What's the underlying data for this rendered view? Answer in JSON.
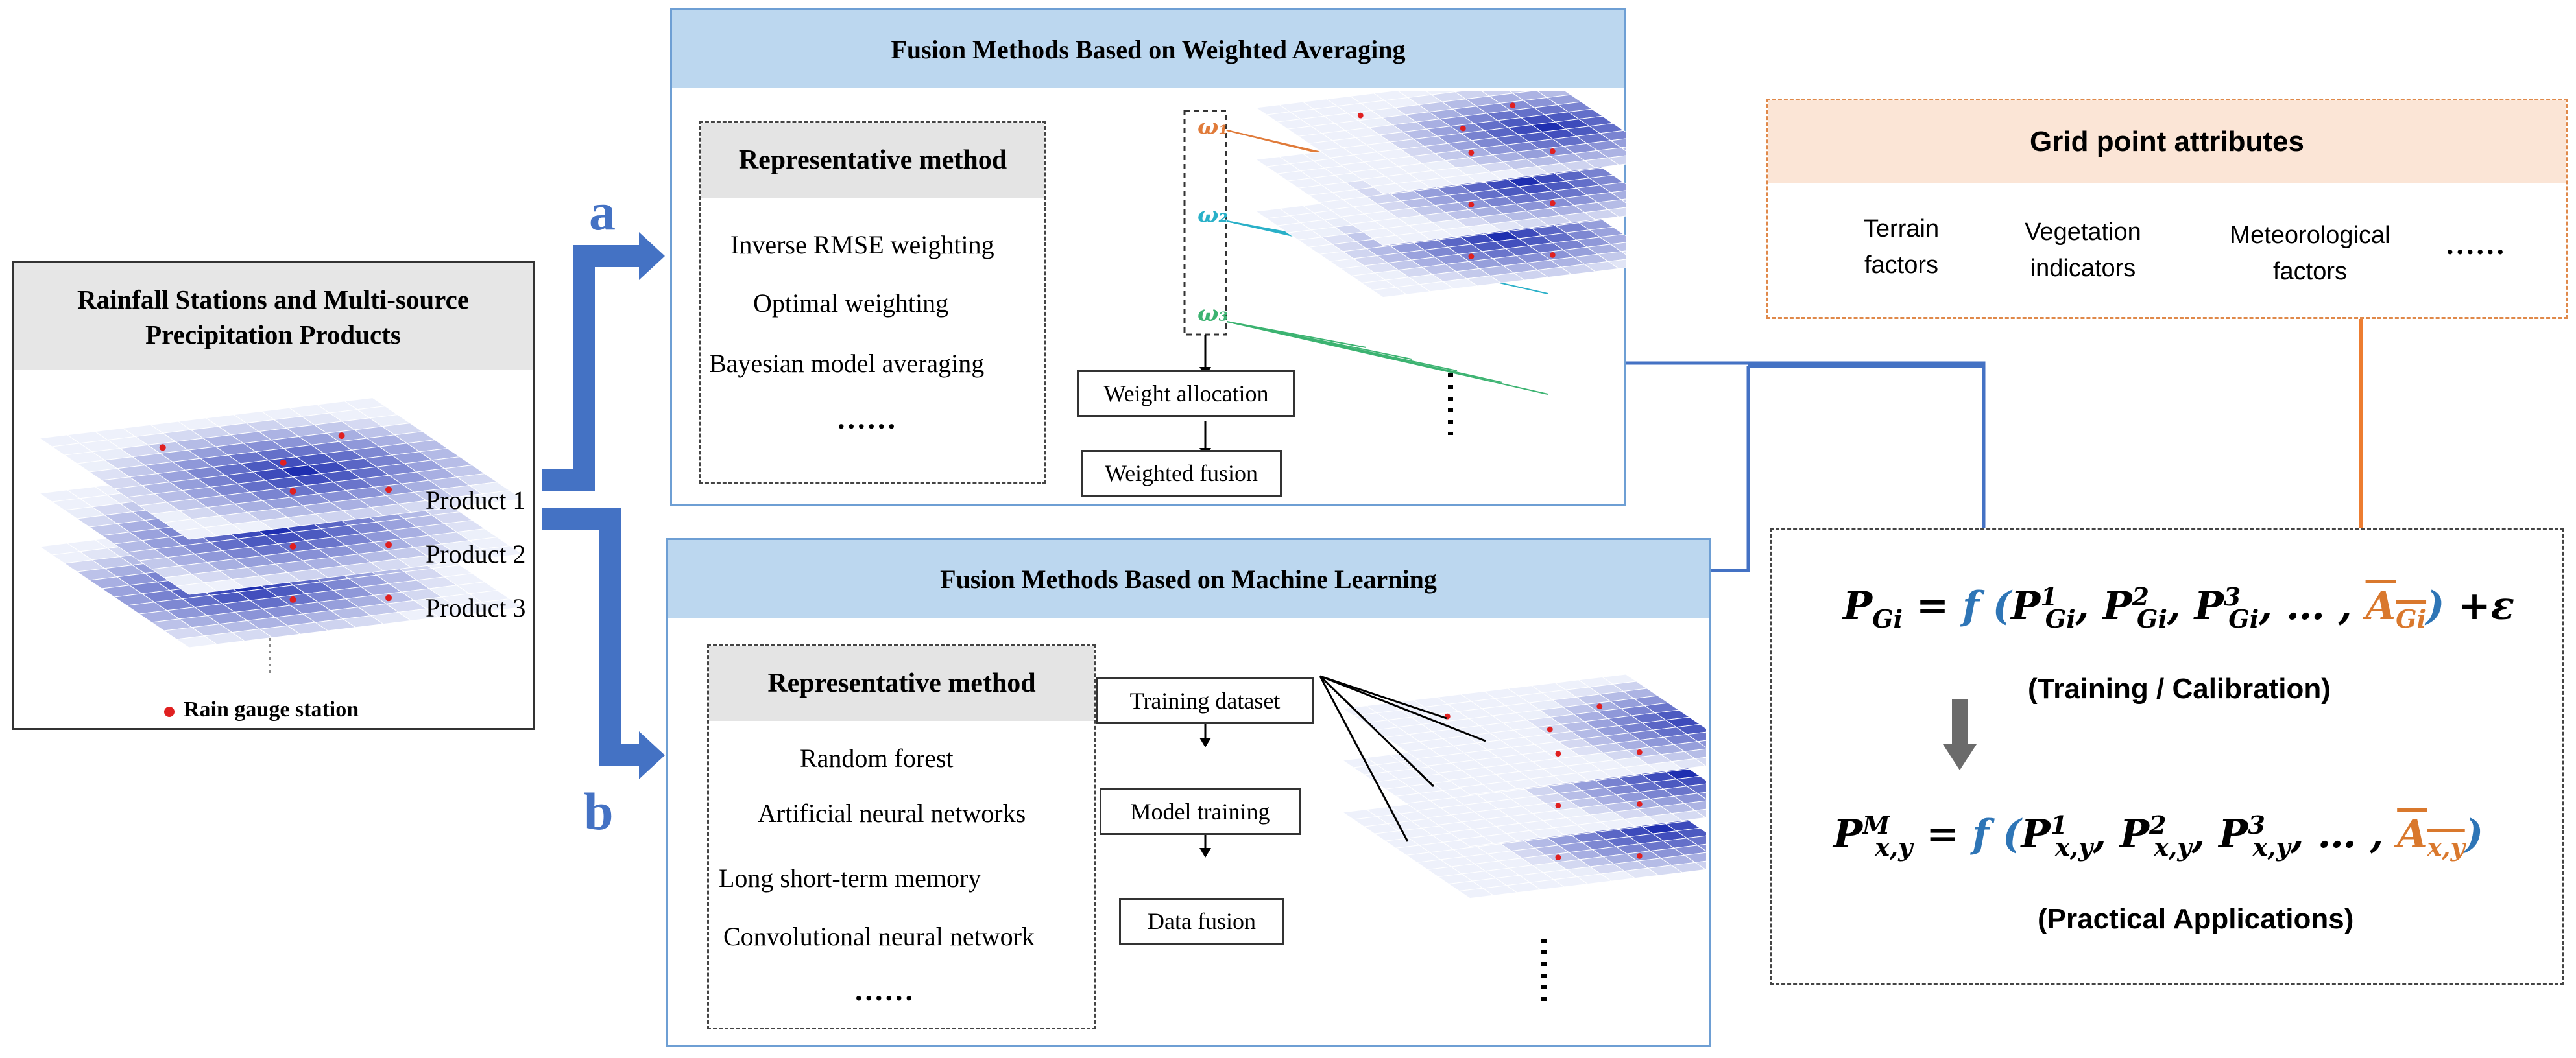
{
  "rainfall_panel": {
    "title": "Rainfall Stations and Multi-source Precipitation Products",
    "products": [
      "Product 1",
      "Product 2",
      "Product 3"
    ],
    "legend": "Rain gauge station",
    "colors": {
      "grid_dark": "#1f2fb0",
      "grid_light": "#eef1fb",
      "station": "#e02020"
    }
  },
  "branches": {
    "a": "a",
    "b": "b",
    "arrow_color": "#4472c4"
  },
  "weighted_panel": {
    "title": "Fusion Methods Based on Weighted Averaging",
    "rep_title": "Representative method",
    "methods": [
      "Inverse RMSE weighting",
      "Optimal weighting",
      "Bayesian model averaging"
    ],
    "ellipsis": "......",
    "weights": [
      "ω₁",
      "ω₂",
      "ω₃"
    ],
    "weight_colors": [
      "#e07b3a",
      "#2ab0c8",
      "#3cb371"
    ],
    "flow": [
      "Weight allocation",
      "Weighted fusion"
    ]
  },
  "ml_panel": {
    "title": "Fusion Methods Based on Machine Learning",
    "rep_title": "Representative method",
    "methods": [
      "Random forest",
      "Artificial neural networks",
      "Long short-term memory",
      "Convolutional neural network"
    ],
    "ellipsis": "......",
    "flow": [
      "Training dataset",
      "Model training",
      "Data fusion"
    ]
  },
  "attributes_panel": {
    "title": "Grid point attributes",
    "items": [
      {
        "line1": "Terrain",
        "line2": "factors"
      },
      {
        "line1": "Vegetation",
        "line2": "indicators"
      },
      {
        "line1": "Meteorological",
        "line2": "factors"
      }
    ],
    "ellipsis": "......",
    "border_color": "#e0894a"
  },
  "formula_panel": {
    "training_caption": "(Training / Calibration)",
    "application_caption": "(Practical Applications)",
    "function_color": "#2e75b6",
    "attribute_color": "#d9782d"
  }
}
